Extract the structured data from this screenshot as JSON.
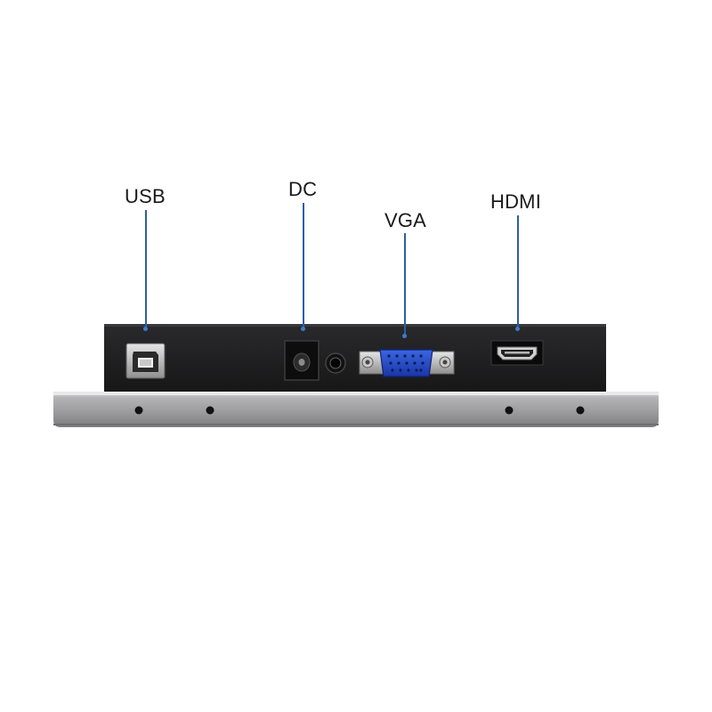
{
  "ports": {
    "usb": {
      "label": "USB",
      "icon": "usb-b-port-icon"
    },
    "dc": {
      "label": "DC",
      "icon": "dc-barrel-jack-icon"
    },
    "vga": {
      "label": "VGA",
      "icon": "vga-port-icon"
    },
    "hdmi": {
      "label": "HDMI",
      "icon": "hdmi-port-icon"
    }
  },
  "colors": {
    "leader_line": "#2d5fa3",
    "vga_connector": "#2147c4",
    "device_body": "#1b1b1d",
    "bezel": "#9a9a9c"
  }
}
